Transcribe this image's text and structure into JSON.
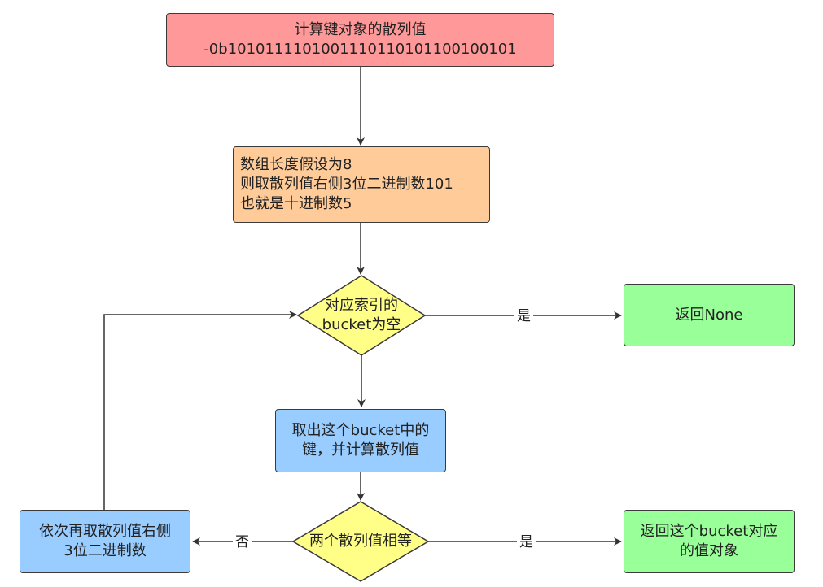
{
  "nodes": {
    "compute_hash": {
      "line1": "计算键对象的散列值",
      "line2": "-0b1010111101001110110101100100101"
    },
    "array_len": {
      "line1": "数组长度假设为8",
      "line2": "则取散列值右侧3位二进制数101",
      "line3": "也就是十进制数5"
    },
    "bucket_empty": {
      "line1": "对应索引的",
      "line2": "bucket为空"
    },
    "return_none": {
      "line1": "返回None"
    },
    "take_key": {
      "line1": "取出这个bucket中的",
      "line2": "键，并计算散列值"
    },
    "hash_equal": {
      "line1": "两个散列值相等"
    },
    "next_bits": {
      "line1": "依次再取散列值右侧",
      "line2": "3位二进制数"
    },
    "return_value": {
      "line1": "返回这个bucket对应",
      "line2": "的值对象"
    }
  },
  "edges": {
    "empty_yes": "是",
    "equal_yes": "是",
    "equal_no": "否"
  },
  "colors": {
    "red": "#ff9999",
    "orange": "#ffcc99",
    "yellow": "#ffff88",
    "green": "#99ff99",
    "blue": "#99ccff",
    "line": "#333333"
  }
}
